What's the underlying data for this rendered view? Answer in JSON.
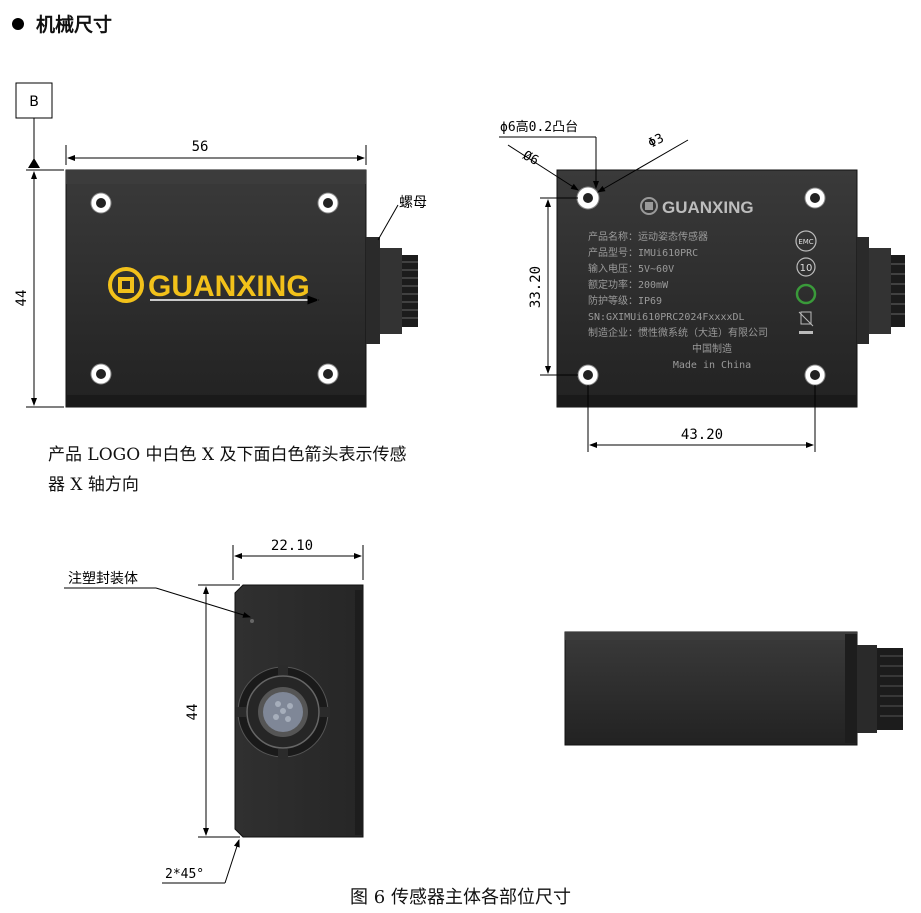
{
  "heading": {
    "title": "机械尺寸"
  },
  "front_view": {
    "datum": "B",
    "width_dim": "56",
    "height_dim": "44",
    "nut_label": "螺母",
    "logo_text": "GUANXING"
  },
  "back_view": {
    "callout_boss": "ϕ6高0.2凸台",
    "callout_d6": "Ø6",
    "callout_d3": "Φ3",
    "height_dim": "33.20",
    "width_dim": "43.20",
    "logo_text": "GUANXING",
    "label_lines": [
      "产品名称：运动姿态传感器",
      "产品型号：IMUi610PRC",
      "输入电压：5V~60V",
      "额定功率：200mW",
      "防护等级：IP69",
      "SN:GXIMUi610PRC2024FxxxxDL",
      "制造企业：惯性微系统（大连）有限公司"
    ],
    "made_cn": "中国制造",
    "made_en": "Made in China",
    "badge_emc": "EMC",
    "badge_10": "10"
  },
  "side_view": {
    "width_dim": "22.10",
    "height_dim": "44",
    "material_label": "注塑封装体",
    "chamfer_label": "2*45°"
  },
  "note": "产品 LOGO 中白色 X 及下面白色箭头表示传感器 X 轴方向",
  "caption": "图 6 传感器主体各部位尺寸",
  "colors": {
    "body": "#2b2b2b",
    "logo_yellow": "#f2c11a",
    "line": "#000000"
  }
}
